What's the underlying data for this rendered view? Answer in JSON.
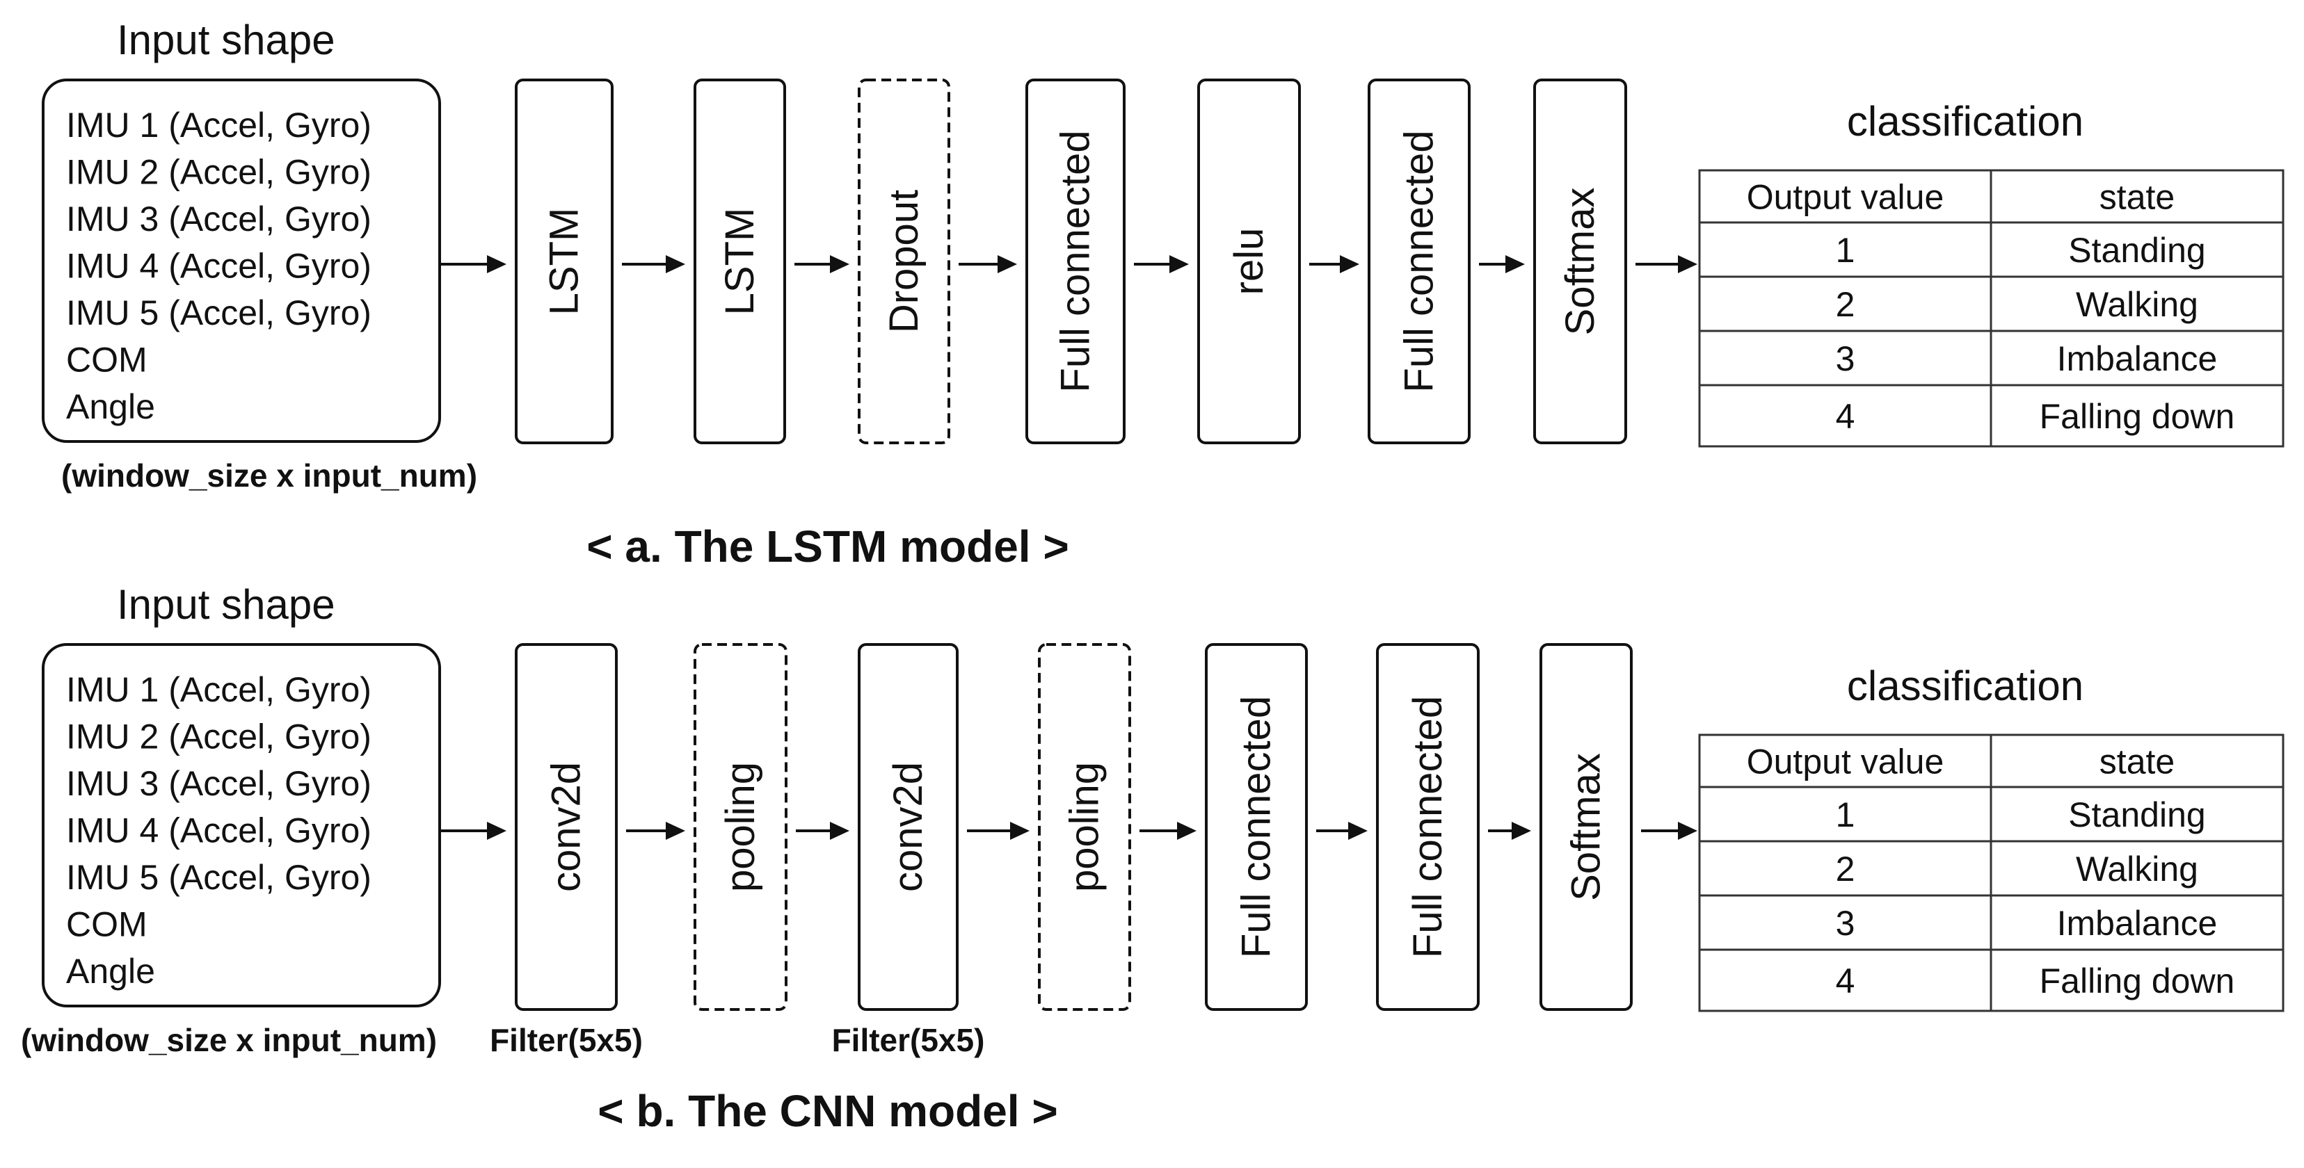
{
  "diagrams": [
    {
      "input_heading": "Input shape",
      "input_items": [
        "IMU 1 (Accel, Gyro)",
        "IMU 2 (Accel, Gyro)",
        "IMU 3 (Accel, Gyro)",
        "IMU 4 (Accel, Gyro)",
        "IMU 5 (Accel, Gyro)",
        "COM",
        "Angle"
      ],
      "input_note": "(window_size x input_num)",
      "layers": [
        {
          "label": "LSTM",
          "dashed": false
        },
        {
          "label": "LSTM",
          "dashed": false
        },
        {
          "label": "Dropout",
          "dashed": true
        },
        {
          "label": "Full connected",
          "dashed": false
        },
        {
          "label": "relu",
          "dashed": false
        },
        {
          "label": "Full connected",
          "dashed": false
        },
        {
          "label": "Softmax",
          "dashed": false
        }
      ],
      "layer_notes": [],
      "classification_heading": "classification",
      "table": {
        "headers": [
          "Output value",
          "state"
        ],
        "rows": [
          [
            "1",
            "Standing"
          ],
          [
            "2",
            "Walking"
          ],
          [
            "3",
            "Imbalance"
          ],
          [
            "4",
            "Falling down"
          ]
        ]
      },
      "caption": "< a. The LSTM model >"
    },
    {
      "input_heading": "Input shape",
      "input_items": [
        "IMU 1 (Accel, Gyro)",
        "IMU 2 (Accel, Gyro)",
        "IMU 3 (Accel, Gyro)",
        "IMU 4 (Accel, Gyro)",
        "IMU 5 (Accel, Gyro)",
        "COM",
        "Angle"
      ],
      "input_note": "(window_size x input_num)",
      "layers": [
        {
          "label": "conv2d",
          "dashed": false
        },
        {
          "label": "pooling",
          "dashed": true
        },
        {
          "label": "conv2d",
          "dashed": false
        },
        {
          "label": "pooling",
          "dashed": true
        },
        {
          "label": "Full connected",
          "dashed": false
        },
        {
          "label": "Full connected",
          "dashed": false
        },
        {
          "label": "Softmax",
          "dashed": false
        }
      ],
      "layer_notes": [
        {
          "layer_index": 0,
          "text": "Filter(5x5)"
        },
        {
          "layer_index": 2,
          "text": "Filter(5x5)"
        }
      ],
      "classification_heading": "classification",
      "table": {
        "headers": [
          "Output value",
          "state"
        ],
        "rows": [
          [
            "1",
            "Standing"
          ],
          [
            "2",
            "Walking"
          ],
          [
            "3",
            "Imbalance"
          ],
          [
            "4",
            "Falling down"
          ]
        ]
      },
      "caption": "< b. The CNN model >"
    }
  ]
}
